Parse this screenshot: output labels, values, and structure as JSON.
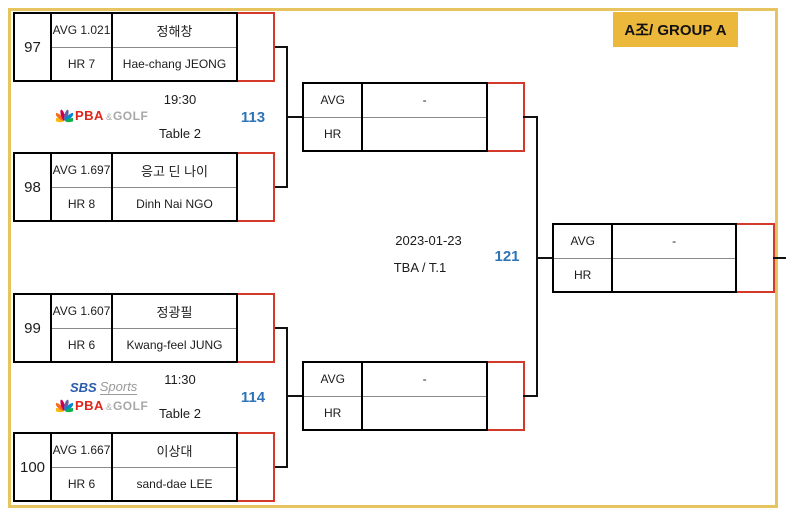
{
  "group": {
    "badge": "A조/ GROUP A"
  },
  "players": [
    {
      "seed": "97",
      "avg": "AVG 1.021",
      "hr": "HR 7",
      "name_kr": "정해창",
      "name_en": "Hae-chang JEONG"
    },
    {
      "seed": "98",
      "avg": "AVG 1.697",
      "hr": "HR 8",
      "name_kr": "응고 딘 나이",
      "name_en": "Dinh Nai NGO"
    },
    {
      "seed": "99",
      "avg": "AVG 1.607",
      "hr": "HR 6",
      "name_kr": "정광필",
      "name_en": "Kwang-feel JUNG"
    },
    {
      "seed": "100",
      "avg": "AVG 1.667",
      "hr": "HR 6",
      "name_kr": "이상대",
      "name_en": "sand-dae LEE"
    }
  ],
  "matches": [
    {
      "number": "113",
      "time": "19:30",
      "table": "Table 2",
      "avg_label": "AVG",
      "hr_label": "HR",
      "avg_value": "-",
      "hr_value": ""
    },
    {
      "number": "114",
      "time": "11:30",
      "table": "Table 2",
      "avg_label": "AVG",
      "hr_label": "HR",
      "avg_value": "-",
      "hr_value": ""
    },
    {
      "number": "121",
      "date": "2023-01-23",
      "venue": "TBA / T.1",
      "avg_label": "AVG",
      "hr_label": "HR",
      "avg_value": "-",
      "hr_value": ""
    }
  ],
  "logos": {
    "pba": {
      "name": "PBA",
      "amp": "&",
      "golf": "GOLF"
    },
    "sbs": {
      "name": "SBS",
      "sports": "Sports"
    }
  },
  "colors": {
    "frame_gold": "#e6c45f",
    "badge_gold": "#ecb83c",
    "advance_red": "#d33a2a",
    "match_number_blue": "#2e74b6",
    "pba_red": "#e1251b",
    "logo_gray": "#a8a8a8",
    "sbs_blue": "#2a5caa"
  }
}
